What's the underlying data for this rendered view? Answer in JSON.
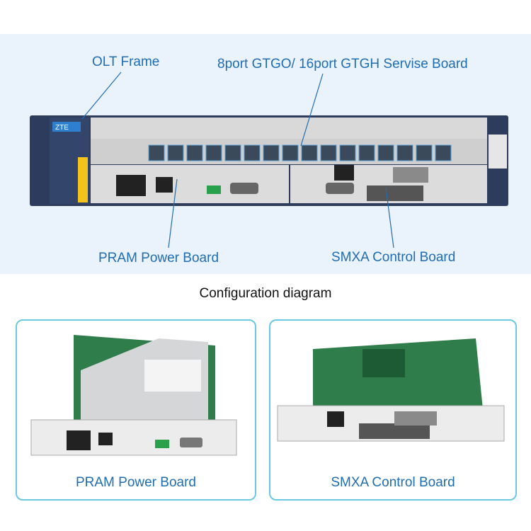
{
  "top_panel": {
    "labels": {
      "olt_frame": "OLT Frame",
      "service_board": "8port GTGO/ 16port GTGH Servise Board",
      "power_board": "PRAM Power Board",
      "control_board": "SMXA Control Board"
    },
    "chassis_brand": "ZTE"
  },
  "section_title": "Configuration diagram",
  "cards": [
    {
      "caption": "PRAM Power Board"
    },
    {
      "caption": "SMXA Control Board"
    }
  ],
  "colors": {
    "label": "#1f6db3",
    "card_border": "#6cc9e3",
    "panel_bg": "#eaf2fb",
    "chassis": "#2d3b5c"
  }
}
